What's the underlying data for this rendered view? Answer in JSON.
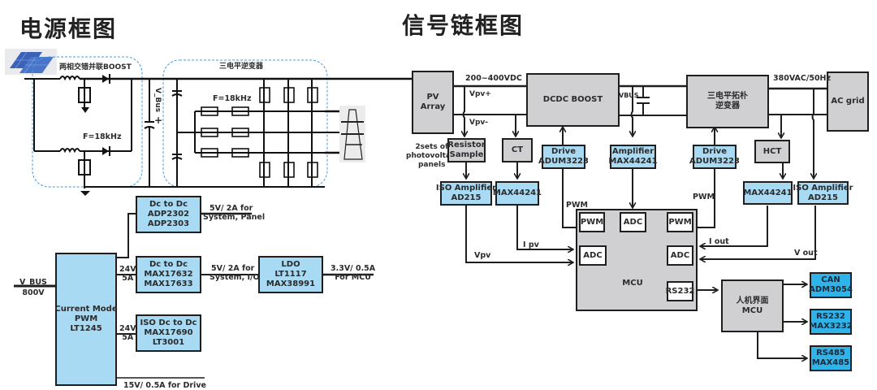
{
  "power_section": {
    "title": "电源框图",
    "boost_label": "两相交错并联BOOST",
    "inverter_label": "三电平逆变器",
    "boost_freq": "F=18kHz",
    "inverter_freq": "F=18kHz",
    "vbus_label": "V_Bus",
    "vbus_plus": "+",
    "vbus_in": [
      "V_BUS",
      "800V"
    ],
    "blocks": {
      "pwm": [
        "Current Mode",
        "PWM",
        "LT1245"
      ],
      "dcdc1": [
        "Dc to Dc",
        "ADP2302",
        "ADP2303"
      ],
      "dcdc2": [
        "Dc to Dc",
        "MAX17632",
        "MAX17633"
      ],
      "iso": [
        "ISO Dc to Dc",
        "MAX17690",
        "LT3001"
      ],
      "ldo": [
        "LDO",
        "LT1117",
        "MAX38991"
      ]
    },
    "rails": {
      "panel": [
        "5V/ 2A for",
        "System,  Panel"
      ],
      "io": [
        "5V/ 2A for",
        "System, I/O"
      ],
      "mcu": [
        "3.3V/ 0.5A",
        "For MCU"
      ],
      "drive": "15V/ 0.5A for  Drive",
      "out1": [
        "24V",
        "5A"
      ],
      "out2": [
        "24V",
        "5A"
      ]
    }
  },
  "signal_section": {
    "title": "信号链框图",
    "dc_voltage": "200~400VDC",
    "ac_voltage": "380VAC/50Hz",
    "vpv_plus": "Vpv+",
    "vpv_minus": "Vpv-",
    "vbus": "VBUS",
    "panels_note": [
      "2sets of",
      "photovoltaic",
      "panels"
    ],
    "blocks": {
      "pv_array": [
        "PV",
        "Array"
      ],
      "dcdc_boost": "DCDC BOOST",
      "inverter": [
        "三电平拓朴",
        "逆变器"
      ],
      "ac_grid": "AC grid",
      "resistor": [
        "Resistor",
        "Sample"
      ],
      "ct": "CT",
      "hct": "HCT",
      "drive1": [
        "Drive",
        "ADUM3223"
      ],
      "amp": [
        "Amplifier",
        "MAX44241"
      ],
      "drive2": [
        "Drive",
        "ADUM3223"
      ],
      "iso1": [
        "ISO Amplifier",
        "AD215"
      ],
      "max1": "MAX44241",
      "max2": "MAX44241",
      "iso2": [
        "ISO Amplifier",
        "AD215"
      ],
      "mcu": "MCU",
      "pwm1": "PWM",
      "adc_top": "ADC",
      "pwm2": "PWM",
      "adc_left": "ADC",
      "adc_right": "ADC",
      "rs232": "RS232",
      "hmi": [
        "人机界面",
        "MCU"
      ],
      "can": [
        "CAN",
        "ADM3054"
      ],
      "rs232_out": [
        "RS232",
        "MAX3232"
      ],
      "rs485": [
        "RS485",
        "MAX485"
      ]
    },
    "signals": {
      "pwm_left": "PWM",
      "pwm_right": "PWM",
      "ipv": "I pv",
      "vpv": "Vpv",
      "iout": "I out",
      "vout": "V out"
    }
  }
}
